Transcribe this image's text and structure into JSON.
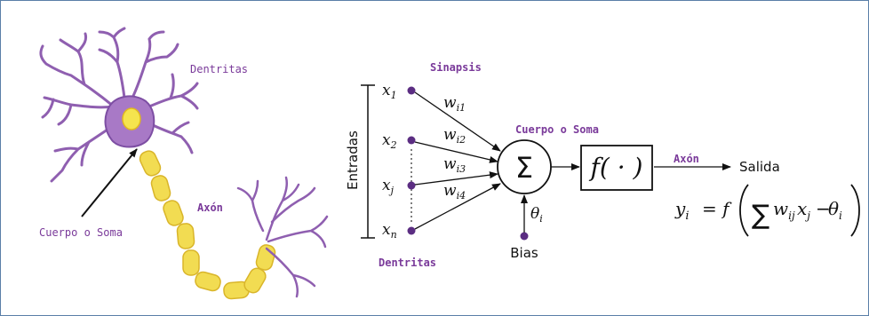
{
  "neuron_labels": {
    "dentrites": "Dentritas",
    "axon": "Axón",
    "soma": "Cuerpo o Soma"
  },
  "perceptron": {
    "synapses_label": "Sinapsis",
    "soma_label": "Cuerpo o Soma",
    "axon_label": "Axón",
    "dentrites_label": "Dentritas",
    "inputs_label": "Entradas",
    "inputs": [
      {
        "var": "x",
        "sub": "1"
      },
      {
        "var": "x",
        "sub": "2"
      },
      {
        "var": "x",
        "sub": "j"
      },
      {
        "var": "x",
        "sub": "n"
      }
    ],
    "weights": [
      {
        "var": "w",
        "sub": "i1"
      },
      {
        "var": "w",
        "sub": "i2"
      },
      {
        "var": "w",
        "sub": "i3"
      },
      {
        "var": "w",
        "sub": "i4"
      }
    ],
    "sum_symbol": "Σ",
    "activation": "f( · )",
    "output_label": "Salida",
    "theta": "θ",
    "theta_sub": "i",
    "bias_label": "Bias",
    "formula": {
      "lhs": "y",
      "lhs_sub": "i",
      "eq": "= f",
      "sum": "∑",
      "term_w": "w",
      "term_w_sub": "ij",
      "term_x": "x",
      "term_x_sub": "j",
      "minus": "−",
      "theta": "θ",
      "theta_sub": "i"
    }
  },
  "colors": {
    "purple": "#7a3a9a",
    "neuron_purple": "#8f5fb0",
    "axon_yellow": "#f2dc52",
    "node_fill": "#5b2d82",
    "border": "#5a7fa8"
  }
}
